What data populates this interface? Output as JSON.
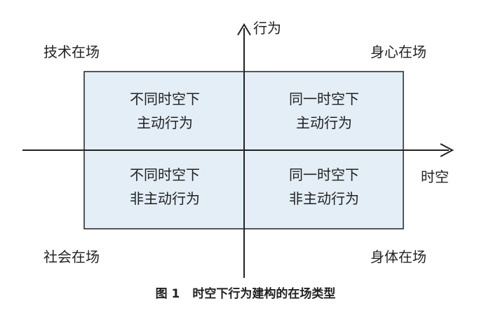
{
  "axes": {
    "vertical_label": "行为",
    "horizontal_label": "时空"
  },
  "corners": {
    "top_left": "技术在场",
    "top_right": "身心在场",
    "bottom_left": "社会在场",
    "bottom_right": "身体在场"
  },
  "quadrants": {
    "top_left": [
      "不同时空下",
      "主动行为"
    ],
    "top_right": [
      "同一时空下",
      "主动行为"
    ],
    "bottom_left": [
      "不同时空下",
      "非主动行为"
    ],
    "bottom_right": [
      "同一时空下",
      "非主动行为"
    ]
  },
  "caption": {
    "number": "图 1",
    "text": "时空下行为建构的在场类型"
  },
  "colors": {
    "box_fill": "#e3eef7",
    "line": "#222222"
  }
}
